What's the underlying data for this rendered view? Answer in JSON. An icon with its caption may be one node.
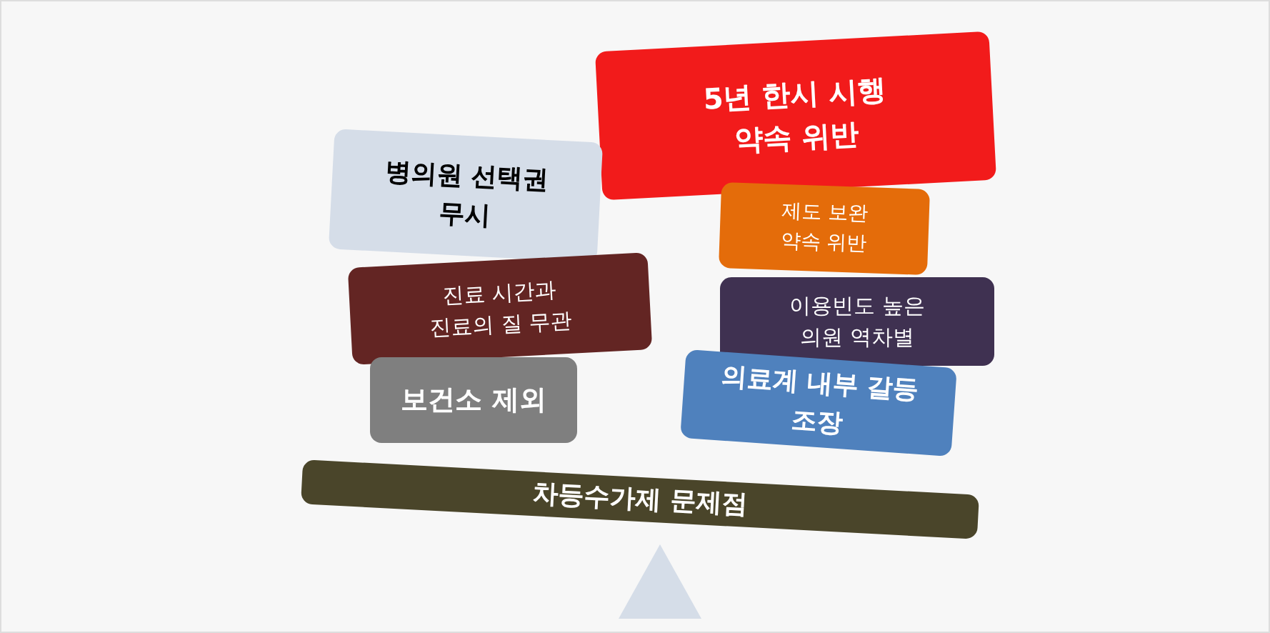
{
  "diagram": {
    "nodes": [
      {
        "text": [
          "5년 한시 시행 약속 위반"
        ]
      },
      {
        "text": [
          "병의원 선택권 무시"
        ]
      },
      {
        "text": [
          "제도 보완 약속 위반"
        ]
      },
      {
        "text": [
          "진료 시간과 진료의 질 무관"
        ]
      },
      {
        "text": [
          "이용빈도 높은 의원 역차별"
        ]
      },
      {
        "text": [
          "보건소 제외"
        ]
      },
      {
        "text": [
          "의료계 내부 갈등 조장"
        ]
      },
      {
        "text": [
          "차등수가제 문제점"
        ]
      }
    ]
  }
}
